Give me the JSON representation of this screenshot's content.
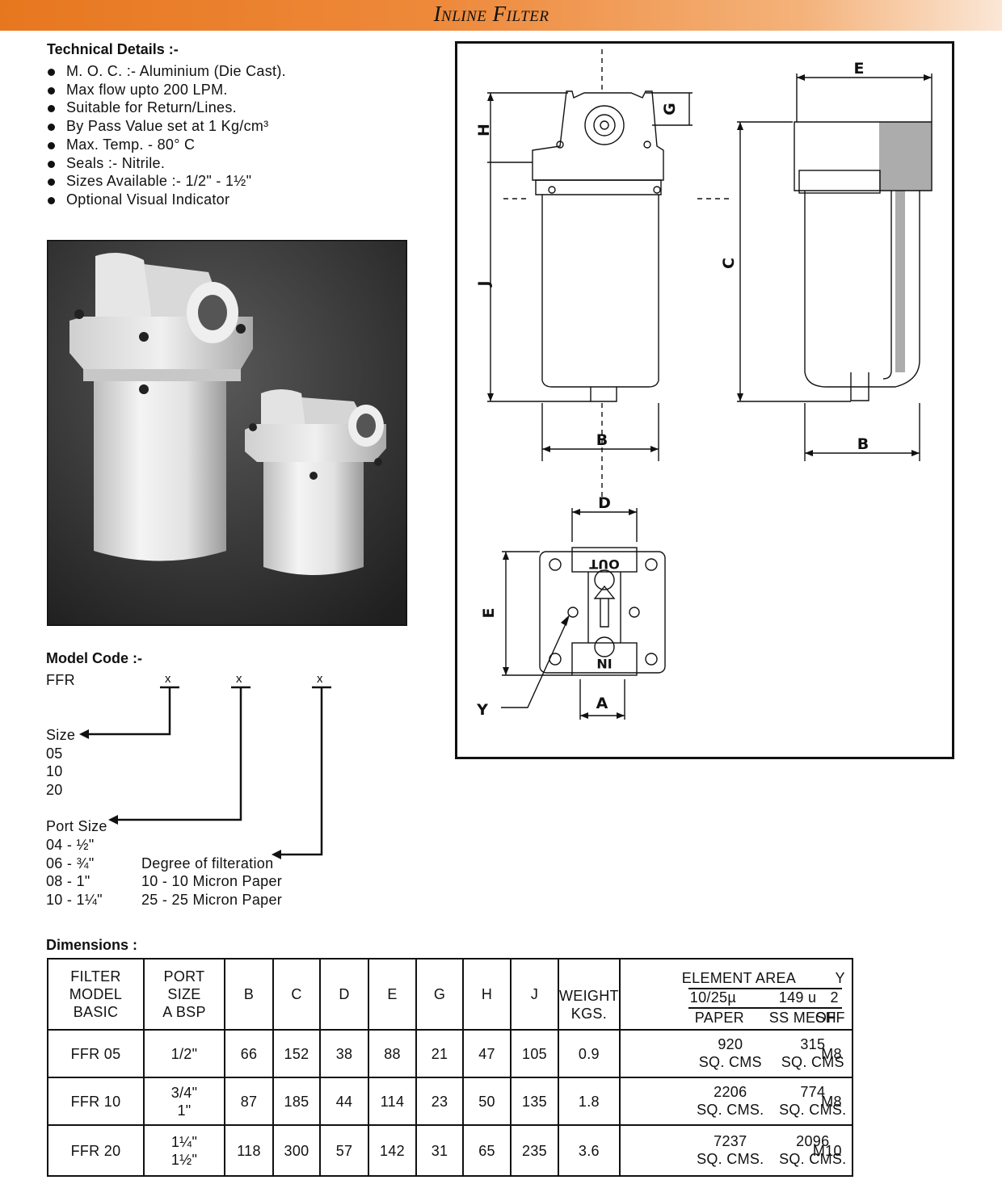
{
  "header": {
    "title": "Inline Filter"
  },
  "technical": {
    "title": "Technical Details :-",
    "items": [
      "M. O. C. :- Aluminium (Die Cast).",
      "Max flow upto 200 LPM.",
      "Suitable for Return/Lines.",
      "By Pass Value set at 1 Kg/cm³",
      "Max. Temp. - 80° C",
      "Seals :- Nitrile.",
      "Sizes Available :- 1/2\" - 1½\"",
      "Optional Visual Indicator"
    ]
  },
  "drawing": {
    "labels": {
      "E": "E",
      "G": "G",
      "H": "H",
      "C": "C",
      "J": "J",
      "B": "B",
      "D": "D",
      "A": "A",
      "Y": "Y",
      "OUT": "OUT",
      "IN": "IN"
    }
  },
  "model_code": {
    "title": "Model Code :-",
    "prefix": "FFR",
    "placeholder": "x",
    "size": {
      "label": "Size",
      "options": [
        "05",
        "10",
        "20"
      ]
    },
    "port": {
      "label": "Port Size",
      "options": [
        "04 - ½\"",
        "06 - ¾\"",
        "08 - 1\"",
        "10 - 1¼\""
      ]
    },
    "filtration": {
      "label": "Degree of filteration",
      "options": [
        "10 - 10 Micron Paper",
        "25 - 25 Micron Paper"
      ]
    }
  },
  "dimensions": {
    "title": "Dimensions :",
    "headers": {
      "model": [
        "FILTER",
        "MODEL",
        "BASIC"
      ],
      "port": [
        "PORT",
        "SIZE",
        "A BSP"
      ],
      "cols": [
        "B",
        "C",
        "D",
        "E",
        "G",
        "H",
        "J"
      ],
      "weight": [
        "WEIGHT",
        "KGS."
      ],
      "element_area": "ELEMENT AREA",
      "y": "Y",
      "paper_micron": "10/25µ",
      "mesh_micron": "149 u",
      "y_value": "2",
      "paper": "PAPER",
      "mesh": "SS MESH",
      "off": "OFF"
    },
    "rows": [
      {
        "model": "FFR 05",
        "port": [
          "1/2\""
        ],
        "vals": [
          "66",
          "152",
          "38",
          "88",
          "21",
          "47",
          "105"
        ],
        "weight": "0.9",
        "paper": [
          "920",
          "SQ. CMS"
        ],
        "mesh": [
          "315",
          "SQ. CMS"
        ],
        "y": "M8"
      },
      {
        "model": "FFR 10",
        "port": [
          "3/4\"",
          "1\""
        ],
        "vals": [
          "87",
          "185",
          "44",
          "114",
          "23",
          "50",
          "135"
        ],
        "weight": "1.8",
        "paper": [
          "2206",
          "SQ. CMS."
        ],
        "mesh": [
          "774",
          "SQ. CMS."
        ],
        "y": "M8"
      },
      {
        "model": "FFR 20",
        "port": [
          "1¼\"",
          "1½\""
        ],
        "vals": [
          "118",
          "300",
          "57",
          "142",
          "31",
          "65",
          "235"
        ],
        "weight": "3.6",
        "paper": [
          "7237",
          "SQ. CMS."
        ],
        "mesh": [
          "2096",
          "SQ. CMS."
        ],
        "y": "M10"
      }
    ]
  }
}
